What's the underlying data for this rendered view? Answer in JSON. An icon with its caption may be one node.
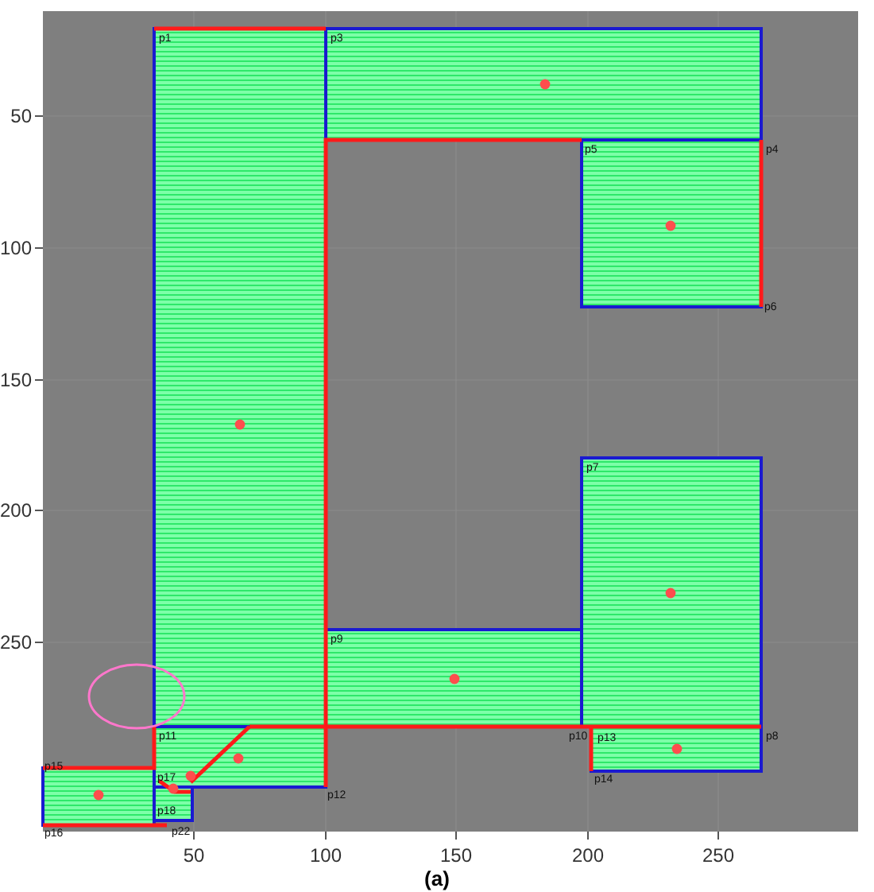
{
  "diagram": {
    "caption": "(a)",
    "labels": [
      "p1",
      "p3",
      "p5",
      "p4",
      "p6",
      "p7",
      "p9",
      "p11",
      "p10",
      "p13",
      "p8",
      "p15",
      "p14",
      "p12",
      "p17",
      "p18",
      "p16",
      "p22",
      "50",
      "100",
      "150",
      "200",
      "250",
      "50",
      "100",
      "150",
      "200",
      "250"
    ]
  }
}
